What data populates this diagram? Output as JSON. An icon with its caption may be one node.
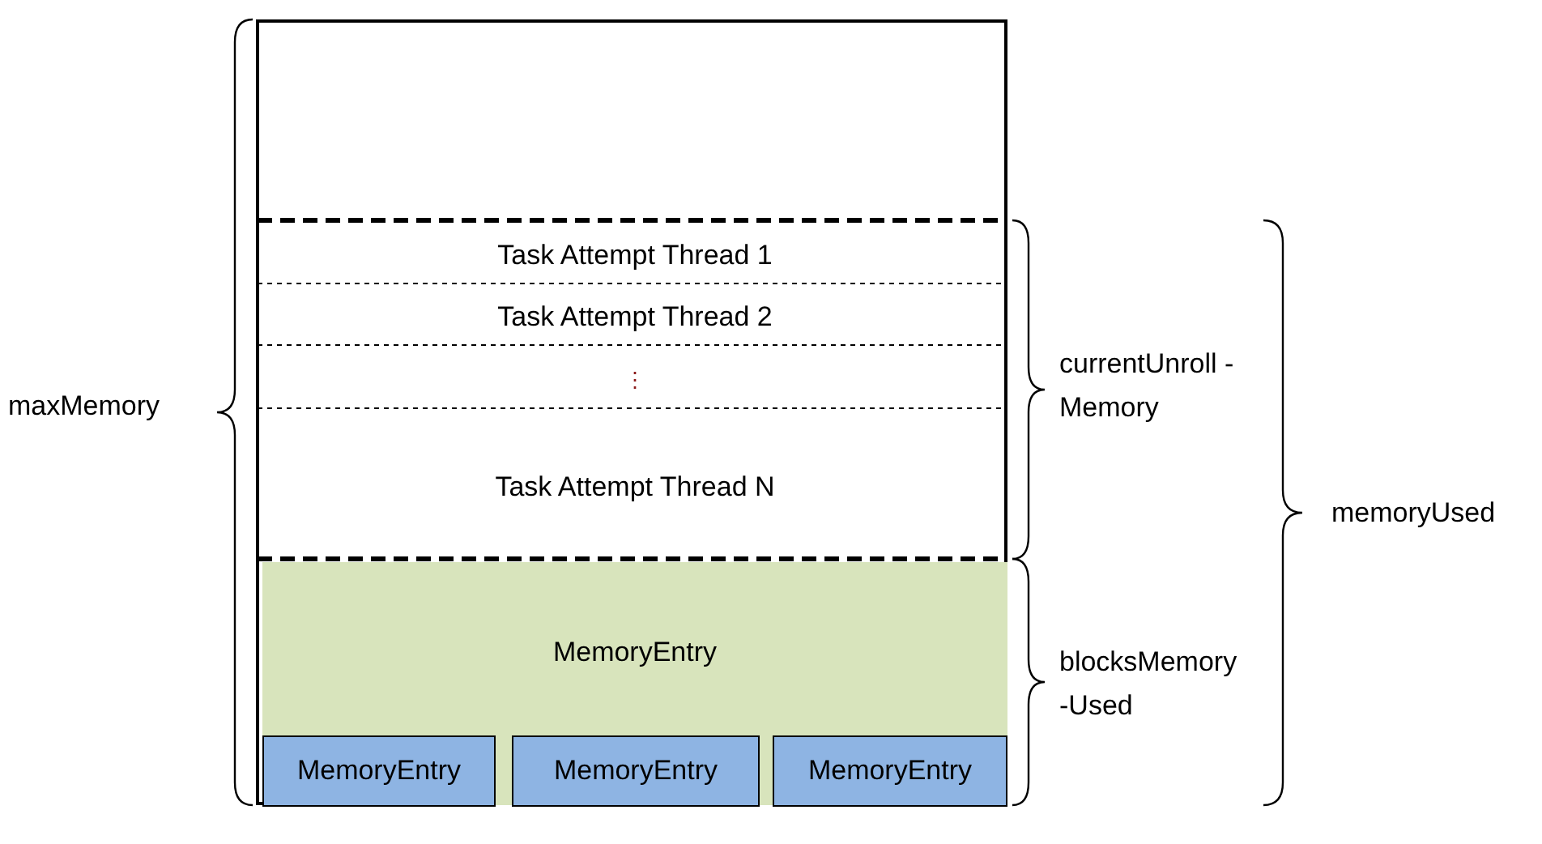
{
  "diagram": {
    "nodes": [
      {
        "text": [],
        "shape": "box"
      },
      {
        "text": [
          "Task Attempt Thread 1"
        ],
        "in": 0
      },
      {
        "text": [
          "Task Attempt Thread 2"
        ],
        "in": 0
      },
      {
        "text": [
          "⋮"
        ],
        "in": 0
      },
      {
        "text": [
          "Task Attempt Thread N"
        ],
        "in": 0
      },
      {
        "text": [
          "MemoryEntry"
        ],
        "in": 0
      },
      {
        "text": [
          "MemoryEntry"
        ],
        "in": 5
      },
      {
        "text": [
          "MemoryEntry"
        ],
        "in": 5
      },
      {
        "text": [
          "MemoryEntry"
        ],
        "in": 5
      }
    ],
    "edges": [],
    "labels": [
      "maxMemory",
      "currentUnroll -Memory",
      "memoryUsed",
      "blocksMemory -Used"
    ]
  }
}
